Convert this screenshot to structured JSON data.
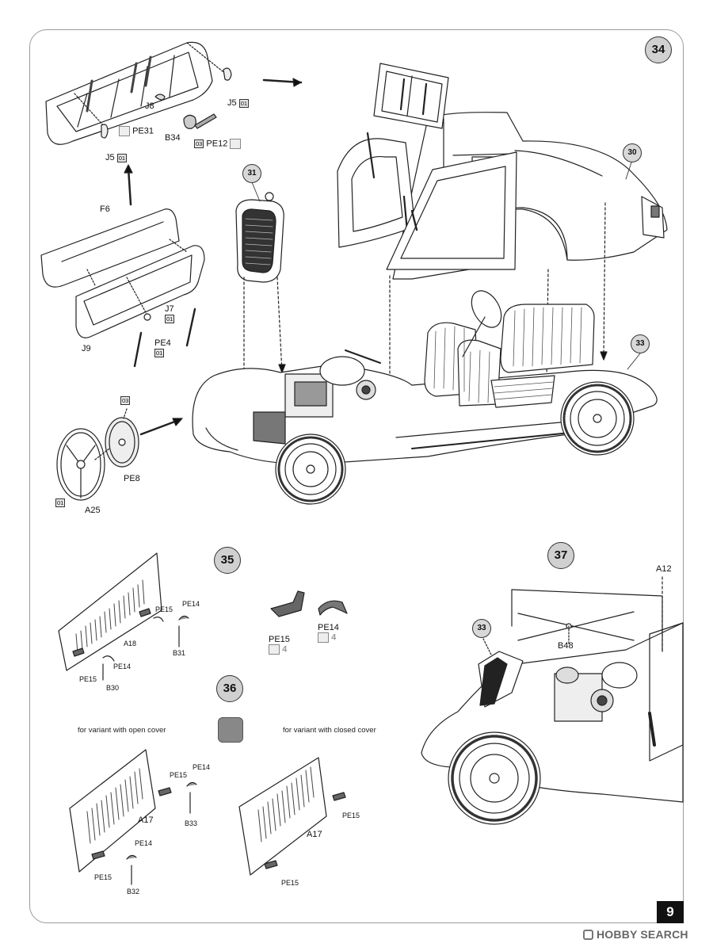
{
  "page_number": "9",
  "watermark": "HOBBY SEARCH",
  "steps": {
    "s34": "34",
    "s35": "35",
    "s36": "36",
    "s37": "37"
  },
  "callouts": {
    "c30": "30",
    "c31": "31",
    "c33_top": "33",
    "c33_bottom": "33"
  },
  "step34": {
    "j5_top": "J5",
    "j5_top_box": "01",
    "j8": "J8",
    "pe31": "PE31",
    "b34": "B34",
    "pe12_box": "03",
    "pe12": "PE12",
    "j5_left": "J5",
    "j5_left_box": "01",
    "f6": "F6",
    "j7": "J7",
    "j7_box": "01",
    "pe4": "PE4",
    "pe4_box": "01",
    "j9": "J9",
    "pe8_box": "03",
    "pe8": "PE8",
    "a25_box": "01",
    "a25": "A25"
  },
  "step35": {
    "pe15_a": "PE15",
    "pe14_a": "PE14",
    "a18": "A18",
    "b31": "B31",
    "pe14_b": "PE14",
    "pe15_b": "PE15",
    "b30": "B30",
    "pe15_detail": "PE15",
    "pe15_detail_count": "4",
    "pe14_detail": "PE14",
    "pe14_detail_count": "4"
  },
  "step36": {
    "variant_open": "for variant with open cover",
    "variant_closed": "for variant with closed cover",
    "pe15_a": "PE15",
    "pe14_a": "PE14",
    "a17_left": "A17",
    "b33": "B33",
    "pe14_b": "PE14",
    "pe15_b": "PE15",
    "b32": "B32",
    "a17_right": "A17",
    "pe15_c": "PE15",
    "pe15_d": "PE15"
  },
  "step37": {
    "a12": "A12",
    "b48": "B48"
  }
}
